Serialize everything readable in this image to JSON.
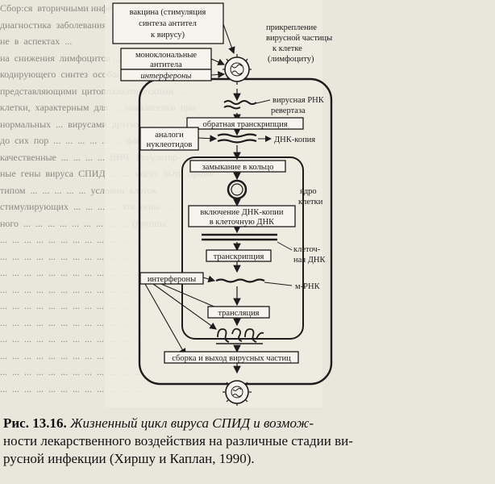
{
  "background_text": [
    "Сбор:ся  вторичными инфекциями.  Так как ранняя",
    "диагностика  заболевания  может  быть  основана",
    "не  в  аспектах  ...",
    "на  снижения  лимфоцитов ...",
    "кодирующего  синтез  особого  белка  (гликопротеи)",
    "представляющими  цитоплазматическими  ...",
    "клетки,  характерным  для  ...  показателям  при",
    "нормальных  ...  вирусами  других  ...  ...  ...",
    "до  сих  пор  ...  ...  ...  ...  ...  ...  фактора  или",
    "качественные  ...  ...  ...  ...  ВИЧ.  Регулятор-",
    "ные  гены  вируса  СПИД  ...  ...  могут  быть  прото-",
    "типом  ...  ...  ...  ...  ...  условии  клеток",
    "стимулирующих  ...  ...  ...  ...  эти  гены  ...  ...",
    "ного  ...  ...  ...  ...  ...  ...  ...  ...  ...  (группы",
    "...  ...  ...  ...  ...  ...  ...  ...  ...  ...  ...  ...",
    "...  ...  ...  ...  ...  ...  ...  ...  ...  ...  ...  ...",
    "...  ...  ...  ...  ...  ...  ...  ...  ...  ...  ...  ...",
    "...  ...  ...  ...  ...  ...  ...  ...  ...  ...  ...  ...",
    "...  ...  ...  ...  ...  ...  ...  ...  ...  ...  ...  ...",
    "...  ...  ...  ...  ...  ...  ...  ...  ...  ...  ...  ...",
    "...  ...  ...  ...  ...  ...  ...  ...  ...  ...  ...  ...",
    "...  ...  ...  ...  ...  ...  ...  ...  ...  ...  ...  ...",
    "...  ...  ...  ...  ...  ...  ...  ...  ...  ...  ...  ...",
    "...  ...  ...  ...  ...  ...  ...  ...  ...  ...  ...  ..."
  ],
  "figure": {
    "vaccine_box": [
      "вакцина (стимуляция",
      "синтеза антител",
      "к вирусу)"
    ],
    "attachment": [
      "прикрепление",
      "вирусной частицы",
      "к клетке",
      "(лимфоциту)"
    ],
    "monoclonal_box": [
      "моноклональные",
      "антитела"
    ],
    "interferons_top": "интерфероны",
    "viral_rna": "вирусная РНК",
    "revertase": "ревертаза",
    "reverse_transcription": "обратная транскрипция",
    "nucleotide_analogs": [
      "аналоги",
      "нуклеотидов"
    ],
    "dna_copy": "ДНК-копия",
    "circularization": "замыкание в кольцо",
    "cell_nucleus": [
      "ядро",
      "клетки"
    ],
    "integration": [
      "включение ДНК-копии",
      "в клеточную ДНК"
    ],
    "cellular_dna": [
      "клеточ-",
      "ная ДНК"
    ],
    "transcription": "транскрипция",
    "interferons_mid": "интерфероны",
    "mrna": "м-РНК",
    "translation": "трансляция",
    "assembly": "сборка и выход вирусных частиц"
  },
  "caption": {
    "label": "Рис. 13.16.",
    "lines": [
      "Жизненный цикл вируса СПИД и возмож-",
      "ности лекарственного воздействия на различные стадии ви-",
      "русной инфекции (Хиршу и Каплан, 1990)."
    ]
  }
}
